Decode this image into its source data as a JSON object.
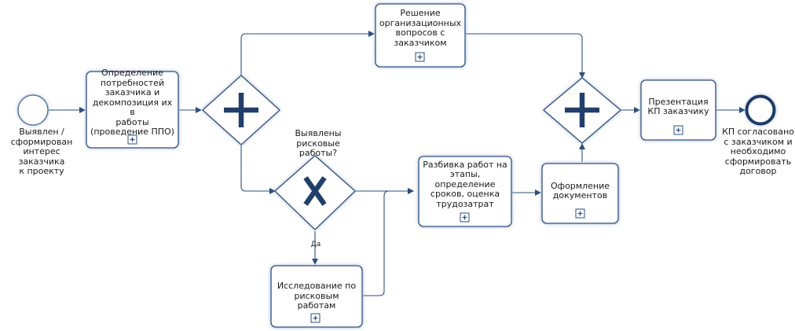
{
  "colors": {
    "shape_fill": "#ffffff",
    "shape_border": "#2d4f7c",
    "glow": "#9fb4d4",
    "symbol": "#213f6b",
    "edge": "#2d4f7c",
    "end_event": "#1d3a66"
  },
  "start_event": {
    "label": "Выявлен /\nсформирован\nинтерес заказчика\nк проекту"
  },
  "end_event": {
    "label": "КП согласовано\nс заказчиком и\nнеобходимо\nсформировать\nдоговор"
  },
  "tasks": {
    "define_needs": {
      "label": "Определение\nпотребностей\nзаказчика и\nдекомпозиция их в\nработы\n(проведение ППО)"
    },
    "org_questions": {
      "label": "Решение\nорганизационных\nвопросов с\nзаказчиком"
    },
    "risk_research": {
      "label": "Исследование по\nрисковым работам"
    },
    "stages_split": {
      "label": "Разбивка работ на\nэтапы,\nопределение\nсроков, оценка\nтрудозатрат"
    },
    "documents": {
      "label": "Оформление\nдокументов"
    },
    "presentation": {
      "label": "Презентация\nКП заказчику"
    }
  },
  "gateways": {
    "risk_question": {
      "label": "Выявлены\nрисковые\nработы?"
    }
  },
  "edges": {
    "yes_label": "Да"
  }
}
